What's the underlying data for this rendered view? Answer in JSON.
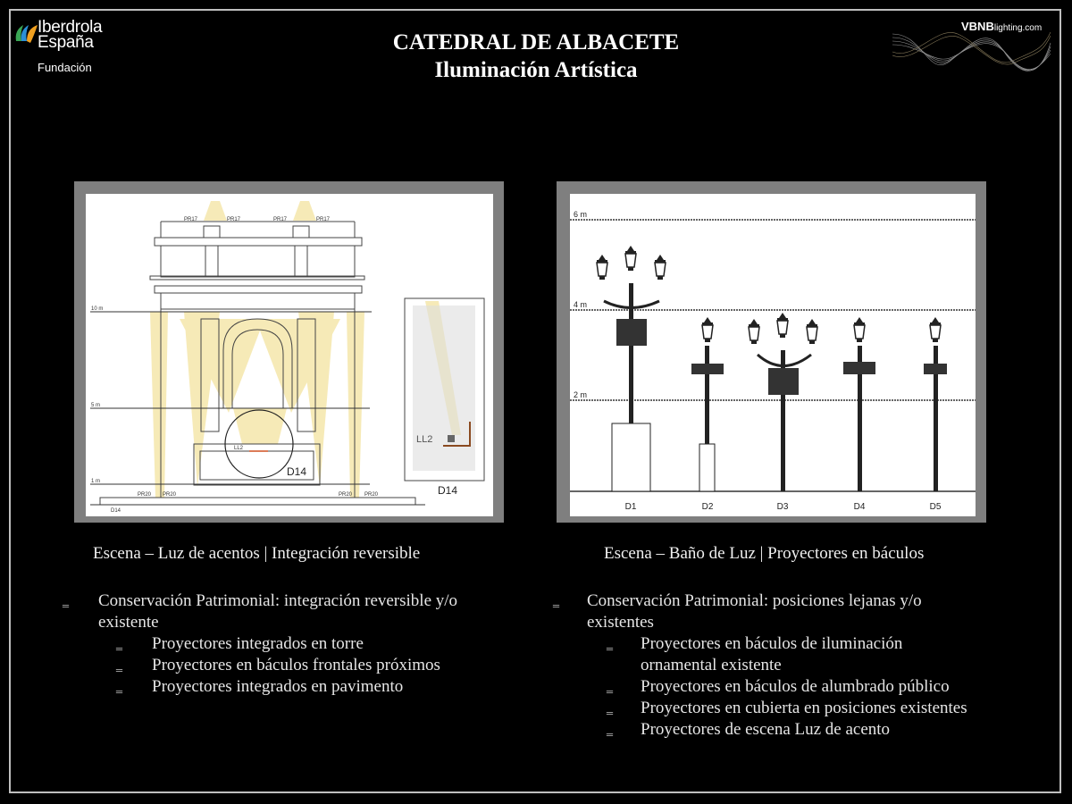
{
  "header": {
    "title_line1": "CATEDRAL DE ALBACETE",
    "title_line2": "Iluminación Artística",
    "logo_left": {
      "line1": "Iberdrola",
      "line2": "España",
      "line3": "Fundación"
    },
    "logo_right": {
      "bold": "VBNB",
      "rest": "lighting.com"
    }
  },
  "left_panel": {
    "drawing_labels": {
      "pr17": "PR17",
      "pr20": "PR20",
      "h10": "10 m",
      "h5": "5 m",
      "h1": "1 m",
      "ll2": "LL2",
      "d14": "D14"
    },
    "caption": "Escena – Luz de acentos | Integración reversible",
    "bullet": "Conservación Patrimonial: integración reversible y/o existente",
    "sub_bullets": [
      "Proyectores integrados en torre",
      "Proyectores en báculos frontales próximos",
      "Proyectores integrados en pavimento"
    ]
  },
  "right_panel": {
    "drawing_labels": {
      "h6": "6 m",
      "h4": "4 m",
      "h2": "2 m",
      "posts": [
        "D1",
        "D2",
        "D3",
        "D4",
        "D5"
      ]
    },
    "caption": "Escena – Baño de Luz | Proyectores en báculos",
    "bullet": "Conservación Patrimonial: posiciones lejanas y/o existentes",
    "sub_bullets": [
      "Proyectores en báculos de iluminación ornamental existente",
      "Proyectores en báculos de alumbrado público",
      "Proyectores en cubierta en posiciones existentes",
      "Proyectores de escena Luz de acento"
    ]
  },
  "bullet_symbol": "‗",
  "colors": {
    "beam": "#f3e3a0",
    "frame": "#7f7f7f",
    "logo_green": "#3aa655",
    "logo_blue": "#2b8fd6",
    "logo_orange": "#f0a020"
  }
}
